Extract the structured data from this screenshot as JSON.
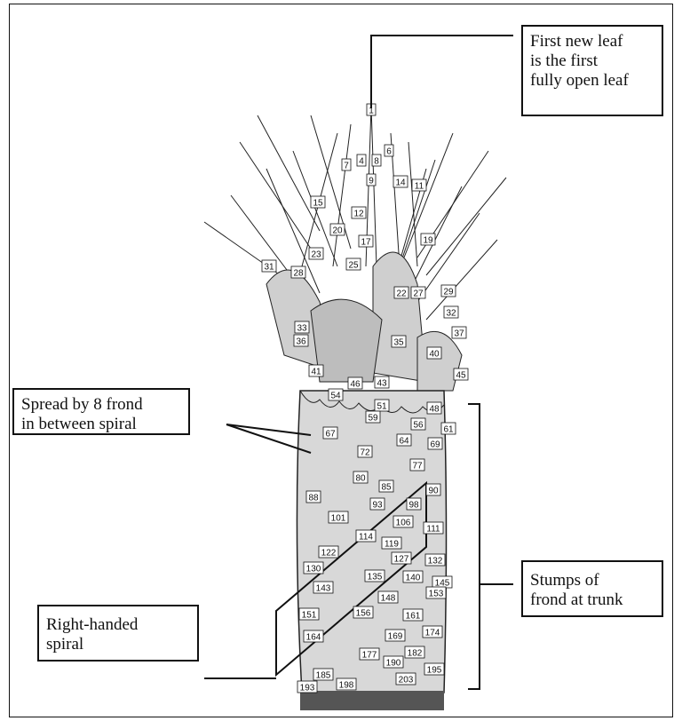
{
  "callouts": {
    "first_leaf": [
      "First new leaf",
      "is the first",
      "fully open leaf"
    ],
    "spread": [
      "Spread by 8 frond",
      "in between spiral"
    ],
    "spiral": [
      "Right-handed",
      "spiral"
    ],
    "stumps": [
      "Stumps of",
      "frond at trunk"
    ]
  },
  "frond_labels": [
    "1",
    "4",
    "6",
    "7",
    "8",
    "9",
    "11",
    "12",
    "14",
    "15",
    "17",
    "19",
    "20",
    "22",
    "23",
    "25",
    "27",
    "28",
    "29",
    "31",
    "32",
    "33",
    "35",
    "36",
    "37",
    "40",
    "41",
    "43",
    "45",
    "46",
    "48",
    "51",
    "54",
    "56",
    "59",
    "61",
    "64",
    "67",
    "69",
    "72",
    "77",
    "80",
    "85",
    "88",
    "90",
    "93",
    "98",
    "101",
    "106",
    "111",
    "114",
    "119",
    "122",
    "127",
    "130",
    "132",
    "135",
    "140",
    "143",
    "145",
    "148",
    "151",
    "153",
    "156",
    "161",
    "164",
    "169",
    "174",
    "177",
    "182",
    "185",
    "190",
    "193",
    "195",
    "198",
    "203"
  ],
  "colors": {
    "ink": "#111111",
    "paper": "#ffffff",
    "shade": "#555555"
  }
}
